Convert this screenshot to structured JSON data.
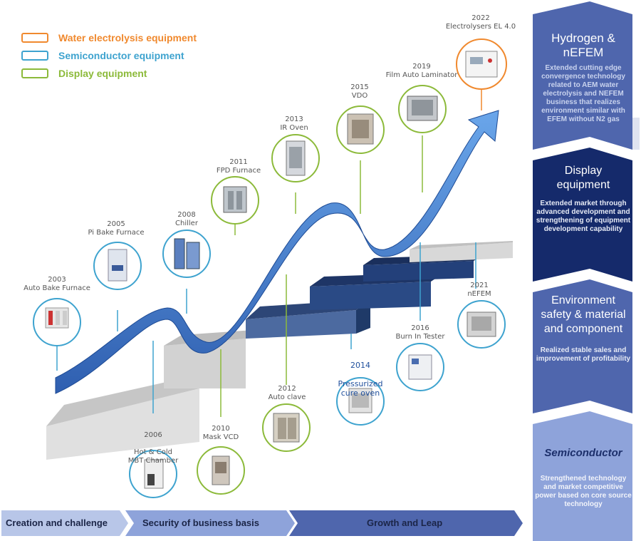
{
  "legend": [
    {
      "label": "Water electrolysis equipment",
      "color": "#f0892e"
    },
    {
      "label": "Semiconductor equipment",
      "color": "#3ea3cf"
    },
    {
      "label": "Display equipment",
      "color": "#8cba3a"
    }
  ],
  "milestones": [
    {
      "year": "2003",
      "name": "Auto Bake Furnace",
      "category": "semiconductor",
      "icon": "furnace-icon"
    },
    {
      "year": "2005",
      "name": "Pi Bake Furnace",
      "category": "semiconductor",
      "icon": "furnace-icon"
    },
    {
      "year": "2006",
      "name": "Hot & Cold\nMBT Chamber",
      "category": "semiconductor",
      "icon": "chamber-icon"
    },
    {
      "year": "2008",
      "name": "Chiller",
      "category": "semiconductor",
      "icon": "chiller-icon"
    },
    {
      "year": "2010",
      "name": "Mask VCD",
      "category": "display",
      "icon": "vcd-icon"
    },
    {
      "year": "2011",
      "name": "FPD Furnace",
      "category": "display",
      "icon": "furnace-icon"
    },
    {
      "year": "2012",
      "name": "Auto clave",
      "category": "display",
      "icon": "autoclave-icon"
    },
    {
      "year": "2013",
      "name": "IR Oven",
      "category": "display",
      "icon": "oven-icon"
    },
    {
      "year": "2014",
      "name": "Pressurized\ncure oven",
      "category": "semiconductor",
      "icon": "oven-icon"
    },
    {
      "year": "2015",
      "name": "VDO",
      "category": "display",
      "icon": "vdo-icon"
    },
    {
      "year": "2016",
      "name": "Burn In Tester",
      "category": "semiconductor",
      "icon": "tester-icon"
    },
    {
      "year": "2019",
      "name": "Film Auto Laminator",
      "category": "display",
      "icon": "laminator-icon"
    },
    {
      "year": "2021",
      "name": "nEFEM",
      "category": "semiconductor",
      "icon": "efem-icon"
    },
    {
      "year": "2022",
      "name": "Electrolysers EL 4.0",
      "category": "water",
      "icon": "electrolyser-icon"
    }
  ],
  "panels": [
    {
      "title": "Hydrogen &\nnEFEM",
      "desc": "Extended cutting edge convergence technology related to AEM water electrolysis and NEFEM business that realizes environment similar with EFEM without N2 gas"
    },
    {
      "title": "Display\nequipment",
      "desc": "Extended market through advanced development and strengthening of equipment development capability"
    },
    {
      "title": "Environment\nsafety & material\nand component",
      "desc": "Realized stable sales and improvement of profitability"
    },
    {
      "title": "Semiconductor",
      "desc": "Strengthened technology and market competitive power based on core source technology"
    }
  ],
  "timeline": [
    {
      "label": "Creation and challenge"
    },
    {
      "label": "Security of business basis"
    },
    {
      "label": "Growth and Leap"
    }
  ]
}
